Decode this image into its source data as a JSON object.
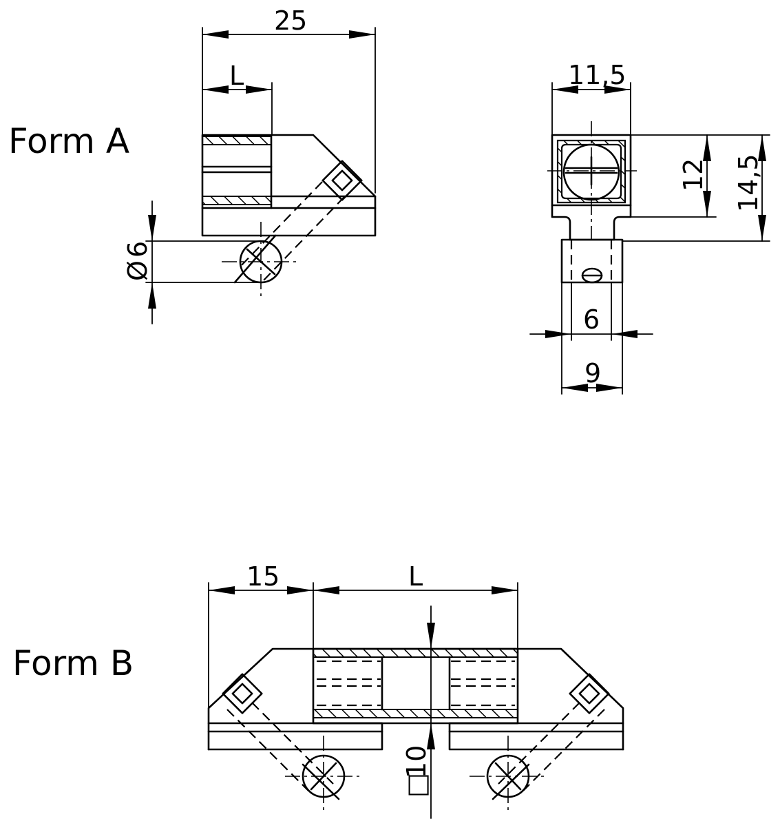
{
  "labels": {
    "form_a": "Form A",
    "form_b": "Form B"
  },
  "dimensions": {
    "a_width_total": "25",
    "a_length": "L",
    "a_diameter_symbol": "Ø",
    "a_diameter_value": "6",
    "side_width": "11,5",
    "side_height_inner": "12",
    "side_height_total": "14,5",
    "side_slot": "6",
    "side_base": "9",
    "b_offset": "15",
    "b_length": "L",
    "b_square_symbol": "□",
    "b_square_value": "10"
  }
}
